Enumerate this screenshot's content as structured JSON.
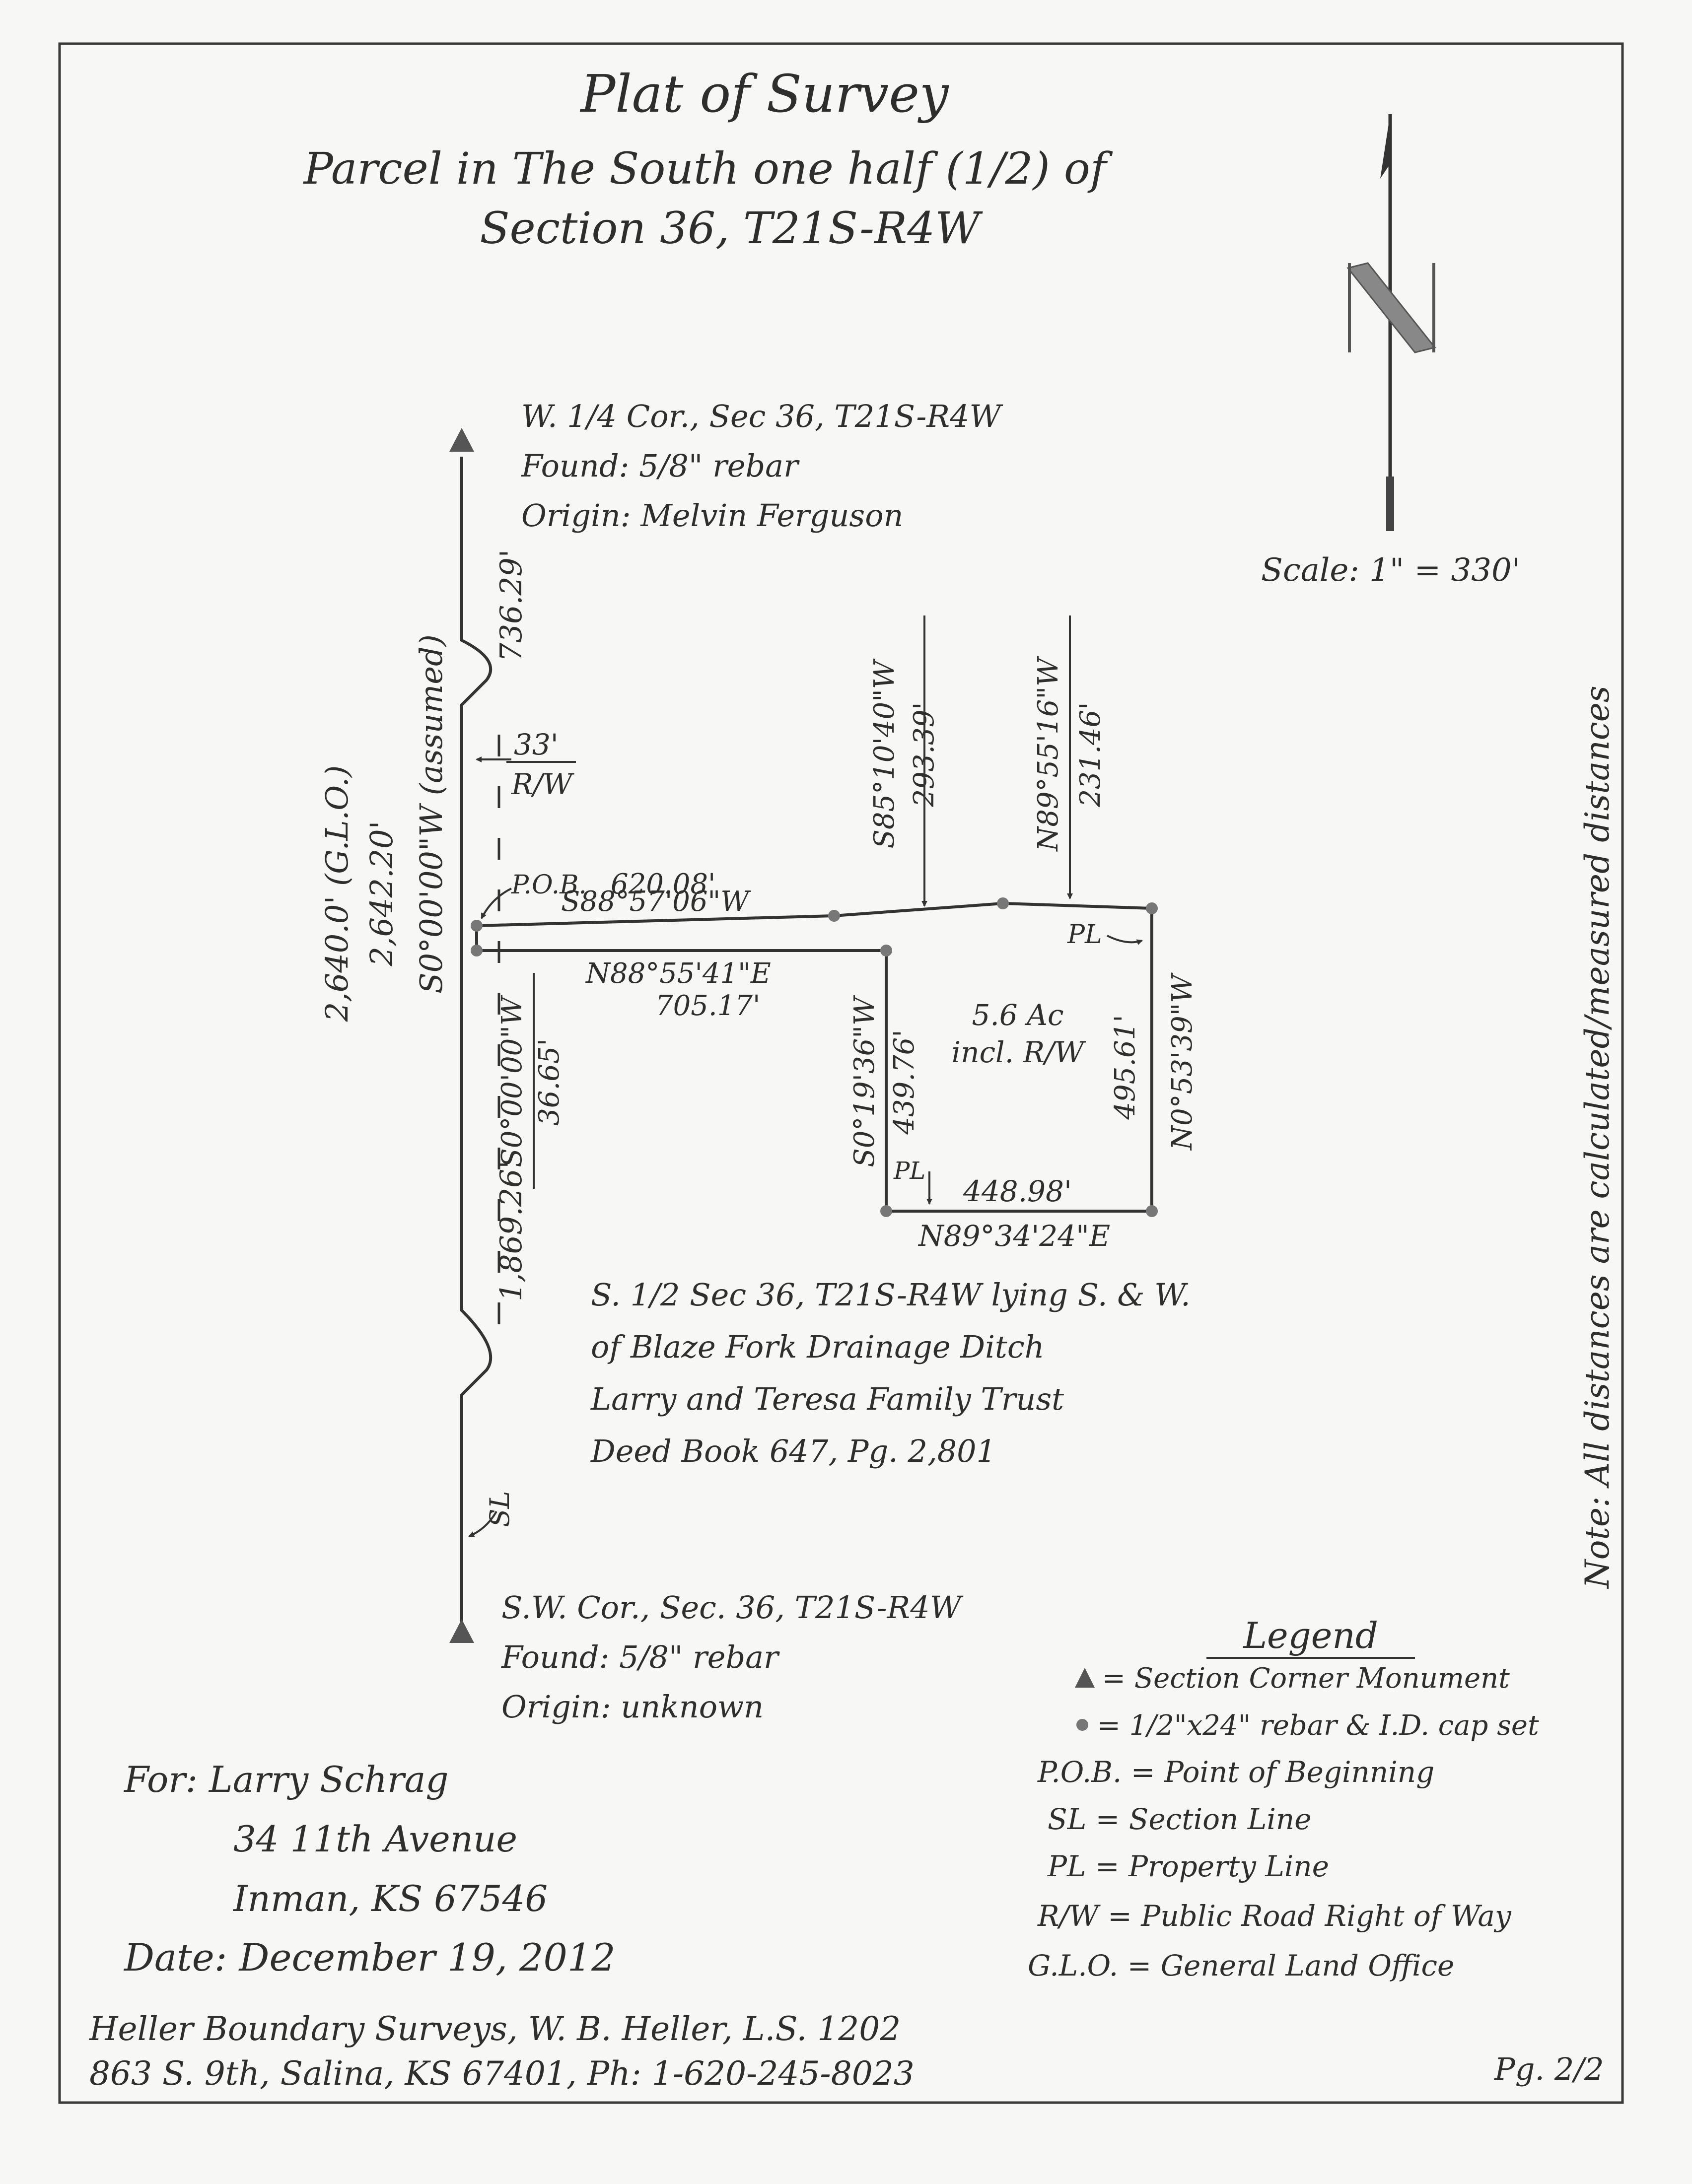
{
  "title": {
    "line1": "Plat of Survey",
    "line2": "Parcel in The South one half (1/2) of",
    "line3": "Section 36, T21S-R4W"
  },
  "north_arrow": {
    "icon": "north-arrow-icon",
    "letter": "N"
  },
  "scale": "Scale: 1\" = 330'",
  "note": "Note: All distances are calculated/measured distances",
  "corners": {
    "w_quarter": {
      "l1": "W. 1/4 Cor., Sec 36, T21S-R4W",
      "l2": "Found: 5/8\" rebar",
      "l3": "Origin: Melvin Ferguson"
    },
    "sw": {
      "l1": "S.W. Cor., Sec. 36, T21S-R4W",
      "l2": "Found: 5/8\" rebar",
      "l3": "Origin: unknown"
    }
  },
  "section_line": {
    "top_dist": "736.29'",
    "bearing": "S0°00'00\"W (assumed)",
    "glo": "2,640.0' (G.L.O.)",
    "measured": "2,642.20'",
    "bottom_dist": "1,869.26'",
    "row": "33'",
    "row_sub": "R/W",
    "sl_mark": "SL"
  },
  "parcel": {
    "pob": "P.O.B.",
    "north_dist1": "620.08'",
    "north_bear1": "S88°57'06\"W",
    "north_bear2": "S85°10'40\"W",
    "north_dist2": "293.39'",
    "north_bear3": "N89°55'16\"W",
    "north_dist3": "231.46'",
    "south_line_bear": "N88°55'41\"E",
    "south_line_dist": "705.17'",
    "short_bear": "S0°00'00\"W",
    "short_dist": "36.65'",
    "west_bear": "S0°19'36\"W",
    "west_dist": "439.76'",
    "east_bear": "N0°53'39\"W",
    "east_dist": "495.61'",
    "bottom_dist": "448.98'",
    "bottom_bear": "N89°34'24\"E",
    "area1": "5.6 Ac",
    "area2": "incl. R/W",
    "pl": "PL"
  },
  "tract": {
    "l1": "S. 1/2 Sec 36, T21S-R4W lying S. & W.",
    "l2": "of Blaze Fork Drainage Ditch",
    "l3": "Larry and Teresa Family Trust",
    "l4": "Deed Book 647, Pg. 2,801"
  },
  "legend": {
    "title": "Legend",
    "r1": "= Section Corner Monument",
    "r2": "= 1/2\"x24\" rebar & I.D. cap set",
    "r3": "P.O.B. = Point of Beginning",
    "r4": "SL = Section Line",
    "r5": "PL = Property Line",
    "r6": "R/W = Public Road Right of Way",
    "r7": "G.L.O. = General Land Office"
  },
  "client": {
    "l1": "For: Larry Schrag",
    "l2": "34 11th Avenue",
    "l3": "Inman, KS 67546",
    "date": "Date: December 19, 2012"
  },
  "surveyor": {
    "l1": "Heller Boundary Surveys, W. B. Heller, L.S. 1202",
    "l2": "863 S. 9th, Salina, KS 67401, Ph: 1-620-245-8023"
  },
  "page": "Pg. 2/2"
}
